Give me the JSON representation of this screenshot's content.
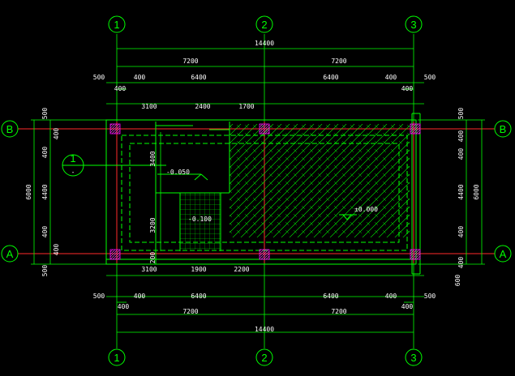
{
  "grid": {
    "columns": [
      "1",
      "2",
      "3"
    ],
    "rows": [
      "B",
      "A"
    ]
  },
  "dimensions": {
    "overall": "14400",
    "halves": [
      "7200",
      "7200"
    ],
    "top_segments": [
      "500",
      "400",
      "6400",
      "6400",
      "400",
      "500"
    ],
    "top_small": [
      "400",
      "400"
    ],
    "bottom_segments": [
      "500",
      "400",
      "6400",
      "6400",
      "400",
      "500"
    ],
    "bottom_small": [
      "400",
      "400"
    ],
    "upper_room": [
      "3100",
      "2400",
      "1700"
    ],
    "lower_room": [
      "3100",
      "1900",
      "2200"
    ],
    "left_total": "6000",
    "left_segments": [
      "500",
      "400",
      "400",
      "4400",
      "400",
      "400",
      "500"
    ],
    "right_total": "6000",
    "right_segments": [
      "500",
      "400",
      "400",
      "4400",
      "400",
      "400",
      "600"
    ],
    "inner_vertical": [
      "3400",
      "3200",
      "200"
    ]
  },
  "levels": {
    "upper_left": "-0.050",
    "lower_left": "-0.100",
    "right": "±0.000"
  },
  "section_marker": {
    "number": "1",
    "sub": "-"
  },
  "colors": {
    "background": "#000000",
    "grid_bubble": "#00ff00",
    "wall": "#00ff00",
    "grid_axis": "#ff2a2a",
    "dimension_text": "#ffffff",
    "hatch": "#00ff00",
    "column": "#ff00ff",
    "magenta_hatch": "#d040d0"
  }
}
